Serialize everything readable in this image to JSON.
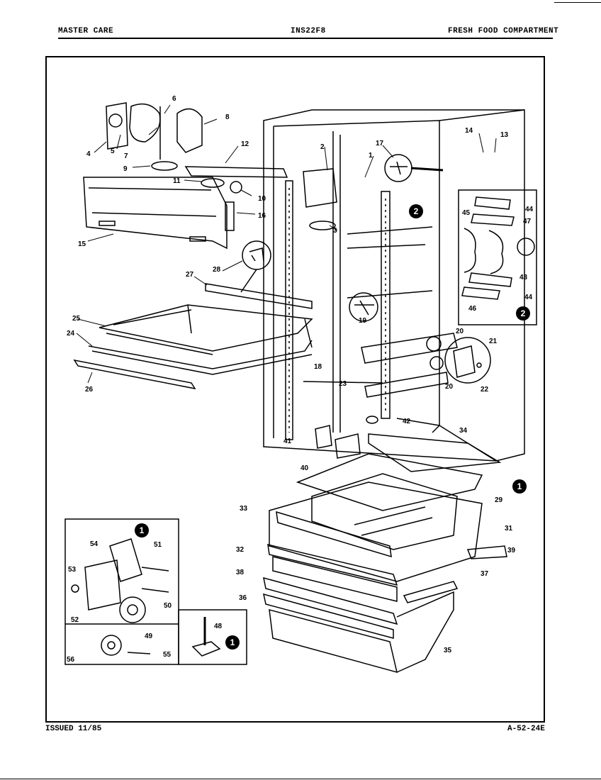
{
  "header": {
    "left": "MASTER CARE",
    "center": "INS22F8",
    "right": "FRESH FOOD COMPARTMENT"
  },
  "footer": {
    "left": "ISSUED 11/85",
    "right": "A-52-24E"
  },
  "callouts": [
    "1",
    "2",
    "1",
    "1",
    "2"
  ],
  "part_labels": [
    "1",
    "2",
    "3",
    "4",
    "5",
    "6",
    "7",
    "8",
    "9",
    "10",
    "11",
    "12",
    "13",
    "14",
    "15",
    "16",
    "17",
    "18",
    "19",
    "20",
    "20",
    "21",
    "22",
    "23",
    "24",
    "25",
    "26",
    "27",
    "28",
    "29",
    "31",
    "32",
    "33",
    "34",
    "35",
    "36",
    "37",
    "38",
    "39",
    "40",
    "41",
    "42",
    "43",
    "44",
    "44",
    "45",
    "46",
    "47",
    "48",
    "49",
    "50",
    "51",
    "52",
    "53",
    "54",
    "55",
    "56"
  ]
}
